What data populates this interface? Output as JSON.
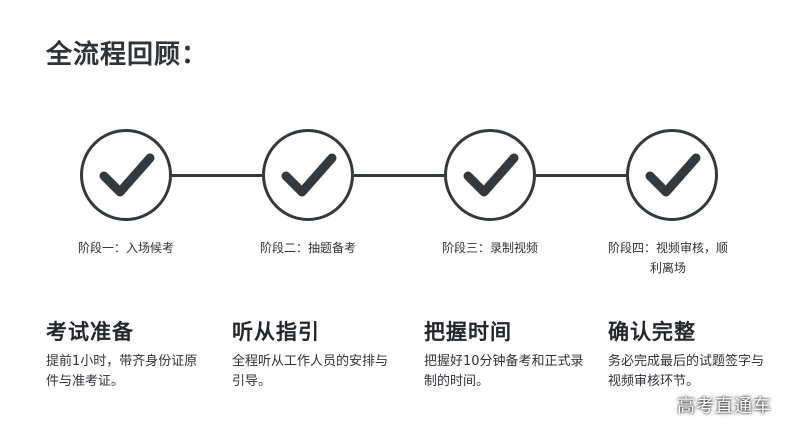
{
  "page": {
    "title": "全流程回顾："
  },
  "stages": [
    {
      "label": "阶段一：入场候考"
    },
    {
      "label": "阶段二：抽题备考"
    },
    {
      "label": "阶段三：录制视频"
    },
    {
      "label": "阶段四：视频审核，顺利离场"
    }
  ],
  "steps": [
    {
      "heading": "考试准备",
      "desc": "提前1小时，带齐身份证原件与准考证。"
    },
    {
      "heading": "听从指引",
      "desc": "全程听从工作人员的安排与引导。"
    },
    {
      "heading": "把握时间",
      "desc": "把握好10分钟备考和正式录制的时间。"
    },
    {
      "heading": "确认完整",
      "desc": "务必完成最后的试题签字与视频审核环节。"
    }
  ],
  "watermark": "高考直通车",
  "colors": {
    "stroke": "#34393d",
    "text": "#2f3337",
    "background": "#ffffff"
  }
}
